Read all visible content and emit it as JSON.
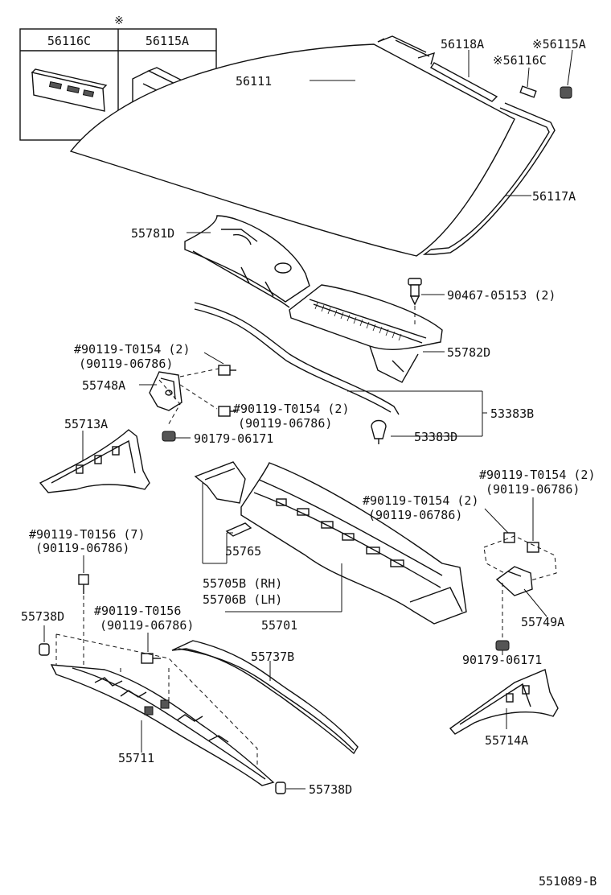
{
  "inset": {
    "mark": "※",
    "col1": "56116C",
    "col2": "56115A"
  },
  "labels": {
    "p56111": "56111",
    "p56118A": "56118A",
    "p56115A_top": "※56115A",
    "p56116C_top": "※56116C",
    "p56117A": "56117A",
    "p55781D": "55781D",
    "p90467": "90467-05153 (2)",
    "p55782D": "55782D",
    "bolt1_a": "#90119-T0154 (2)",
    "bolt1_b": "(90119-06786)",
    "p55748A": "55748A",
    "bolt2_a": "#90119-T0154 (2)",
    "bolt2_b": "(90119-06786)",
    "p53383B": "53383B",
    "p55713A": "55713A",
    "p90179_left": "90179-06171",
    "p53383D": "53383D",
    "bolt3_a": "#90119-T0154 (2)",
    "bolt3_b": "(90119-06786)",
    "bolt4_a": "#90119-T0154 (2)",
    "bolt4_b": "(90119-06786)",
    "bolt5_a": "#90119-T0156 (7)",
    "bolt5_b": "(90119-06786)",
    "p55765": "55765",
    "p55705B": "55705B (RH)",
    "p55706B": "55706B (LH)",
    "p55701": "55701",
    "p55749A": "55749A",
    "p55738D_left": "55738D",
    "bolt6_a": "#90119-T0156",
    "bolt6_b": "(90119-06786)",
    "p55737B": "55737B",
    "p90179_right": "90179-06171",
    "p55714A": "55714A",
    "p55711": "55711",
    "p55738D_bottom": "55738D",
    "diagram_id": "551089-B"
  }
}
